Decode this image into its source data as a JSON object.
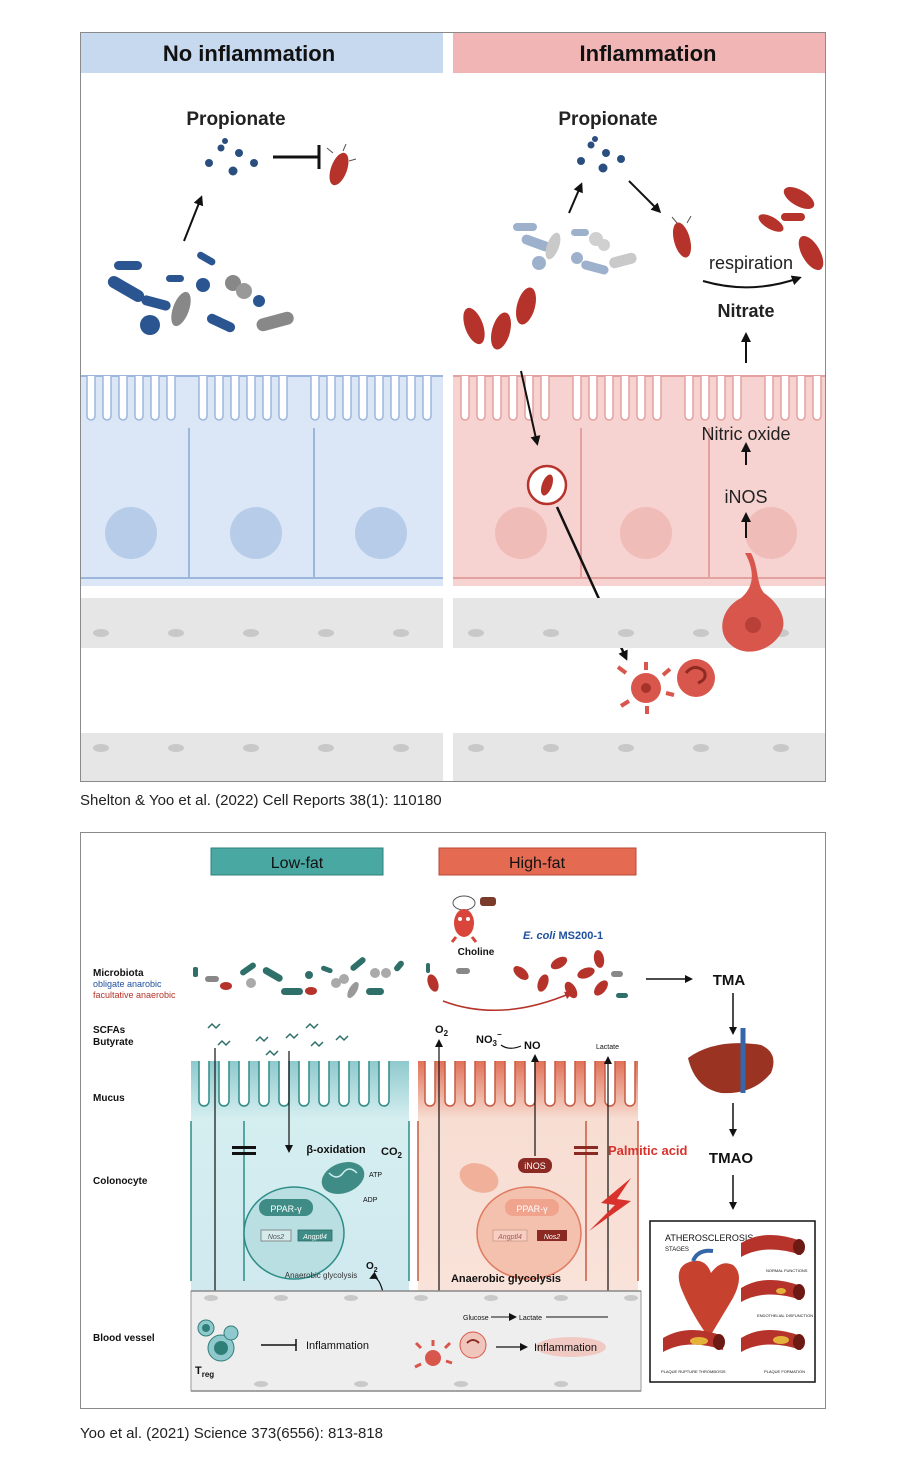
{
  "panel1": {
    "header_left": "No inflammation",
    "header_right": "Inflammation",
    "propionate_left": "Propionate",
    "propionate_right": "Propionate",
    "respiration": "respiration",
    "nitrate": "Nitrate",
    "nitric_oxide": "Nitric oxide",
    "inos": "iNOS",
    "caption": "Shelton & Yoo et al. (2022) Cell Reports 38(1): 110180",
    "colors": {
      "left_header": "#c7d9ef",
      "right_header": "#f2b5b5",
      "left_cells": "#dbe7f7",
      "right_cells": "#f6d3d1",
      "bacteria_red": "#b5332a",
      "bacteria_blue": "#2a5590"
    }
  },
  "panel2": {
    "low_fat": "Low-fat",
    "high_fat": "High-fat",
    "choline": "Choline",
    "ecoli_species": "E. coli",
    "ecoli_strain": "MS200-1",
    "rows": {
      "microbiota": "Microbiota",
      "obligate": "obligate anarobic",
      "facultative": "facultative anaerobic",
      "scfas": "SCFAs",
      "butyrate": "Butyrate",
      "mucus": "Mucus",
      "colonocyte": "Colonocyte",
      "blood_vessel": "Blood vessel"
    },
    "labels": {
      "tma": "TMA",
      "tmao": "TMAO",
      "palmitic_acid": "Palmitic acid",
      "beta_oxidation": "β-oxidation",
      "co2": "CO",
      "co2_sub": "2",
      "atp": "ATP",
      "adp": "ADP",
      "ppar_left": "PPAR-γ",
      "ppar_right": "PPAR-γ",
      "nos2_left": "Nos2",
      "angptl4_left": "Angptl4",
      "angptl4_right": "Angptl4",
      "nos2_right": "Nos2",
      "anaerobic_glycolysis_small": "Anaerobic glycolysis",
      "anaerobic_glycolysis": "Anaerobic glycolysis",
      "o2": "O",
      "o2_sub": "2",
      "no3": "NO",
      "no3_sub": "3",
      "no3_sup": "−",
      "no": "NO",
      "inos": "iNOS",
      "lactate_top": "Lactate",
      "glucose": "Glucose",
      "lactate": "Lactate",
      "treg": "T",
      "treg_sub": "reg",
      "inflammation_left": "Inflammation",
      "inflammation_right": "Inflammation"
    },
    "atherosclerosis": {
      "title": "ATHEROSCLEROSIS",
      "subtitle": "STAGES",
      "stage1": "NORMAL FUNCTIONS",
      "stage2": "ENDOTHELIAL DISFUNCTION",
      "stage3": "PLAQUE FORMATION",
      "stage4": "PLAQUE RUPTURE THROMBOSIS"
    },
    "caption": "Yoo et al. (2021) Science 373(6556): 813-818",
    "colors": {
      "low_fat": "#3f9b94",
      "high_fat": "#e0654f",
      "palmitic": "#d9312b",
      "ecoli_blue": "#1f4f9e"
    }
  }
}
